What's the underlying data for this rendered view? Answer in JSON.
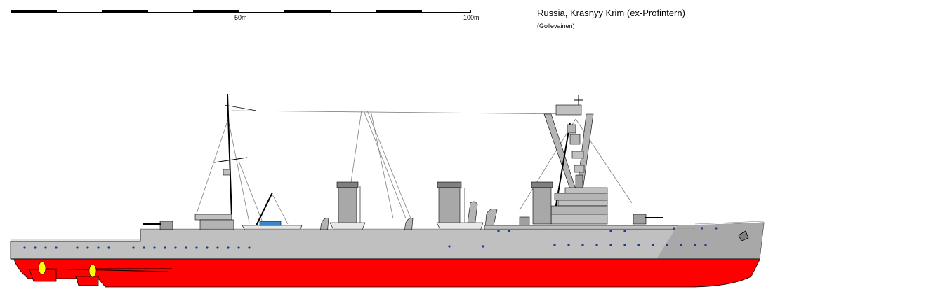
{
  "title": "Russia, Krasnyy Krim (ex-Profintern)",
  "credit": "(Gollevainen)",
  "scale": {
    "label_mid": "50m",
    "label_end": "100m"
  },
  "colors": {
    "hull_grey": "#c0c0c0",
    "superstructure_grey": "#b4b4b4",
    "dark_grey": "#808080",
    "underwater_red": "#ff0000",
    "porthole_blue": "#1a3c8c",
    "propeller_yellow": "#ffff00",
    "boat_blue": "#3a86c8",
    "outline": "#000000"
  }
}
